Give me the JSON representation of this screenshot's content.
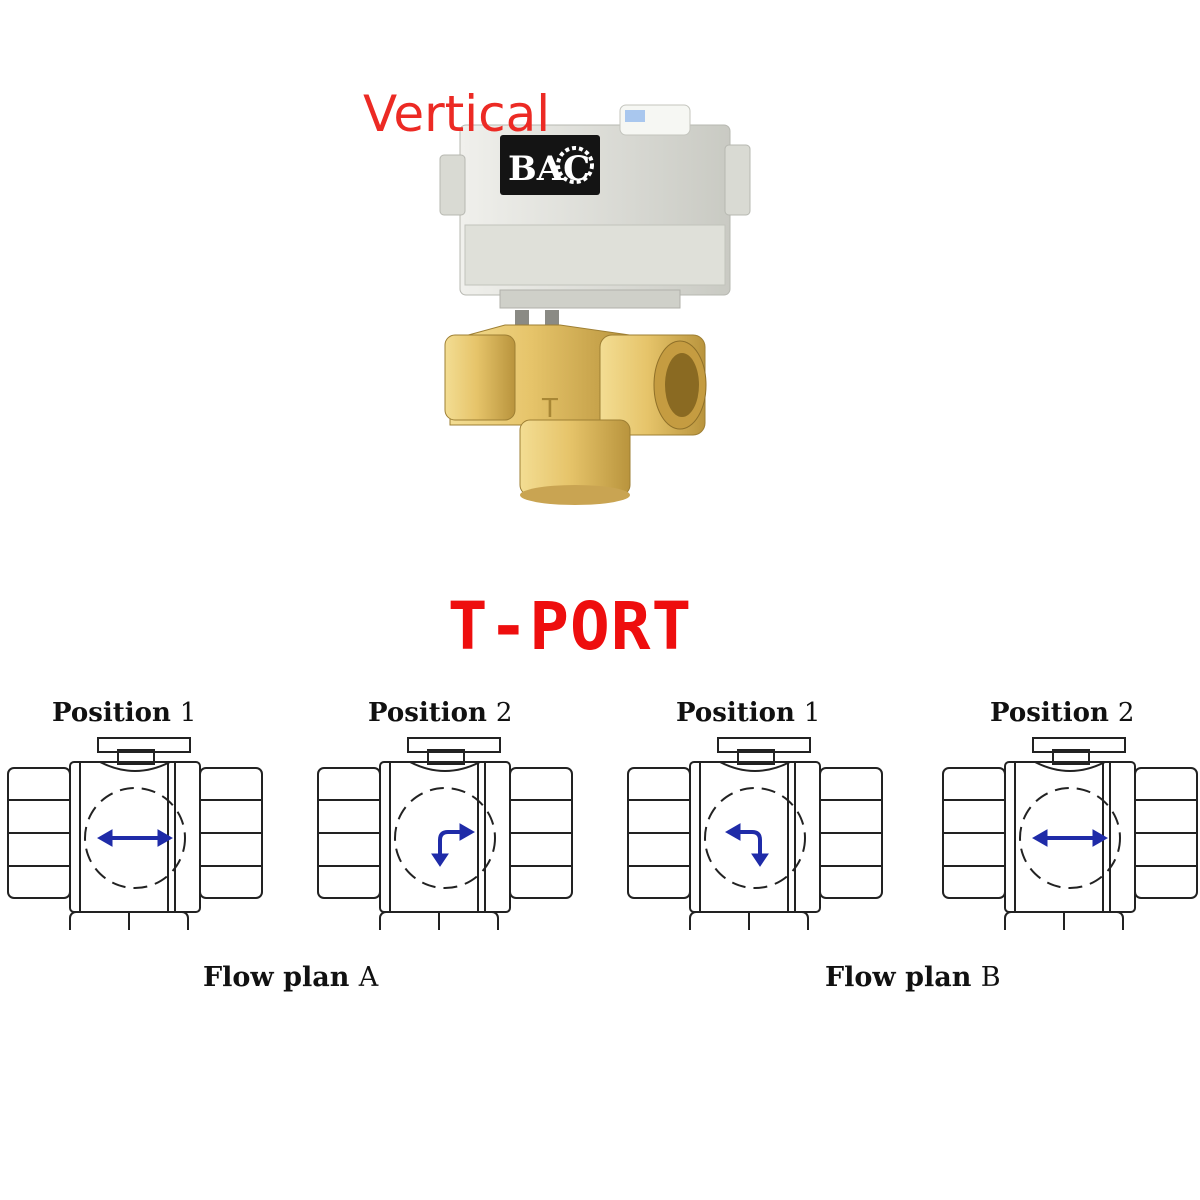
{
  "product": {
    "orientation_label": "Vertical",
    "brand_logo_text": "BAC",
    "body_mark": "T"
  },
  "heading": "T-PORT",
  "diagrams": [
    {
      "word": "Position",
      "number": "1",
      "flow": "straight"
    },
    {
      "word": "Position",
      "number": "2",
      "flow": "turn"
    },
    {
      "word": "Position",
      "number": "1",
      "flow": "turn"
    },
    {
      "word": "Position",
      "number": "2",
      "flow": "straight"
    }
  ],
  "flow_plans": [
    {
      "word": "Flow plan",
      "letter": "A"
    },
    {
      "word": "Flow plan",
      "letter": "B"
    }
  ],
  "colors": {
    "label_red": "#ec2a24",
    "heading_red": "#ee0e0e",
    "arrow_blue": "#1f2ba8",
    "brass": "#e3c56f",
    "actuator_grey": "#e4e5df"
  }
}
